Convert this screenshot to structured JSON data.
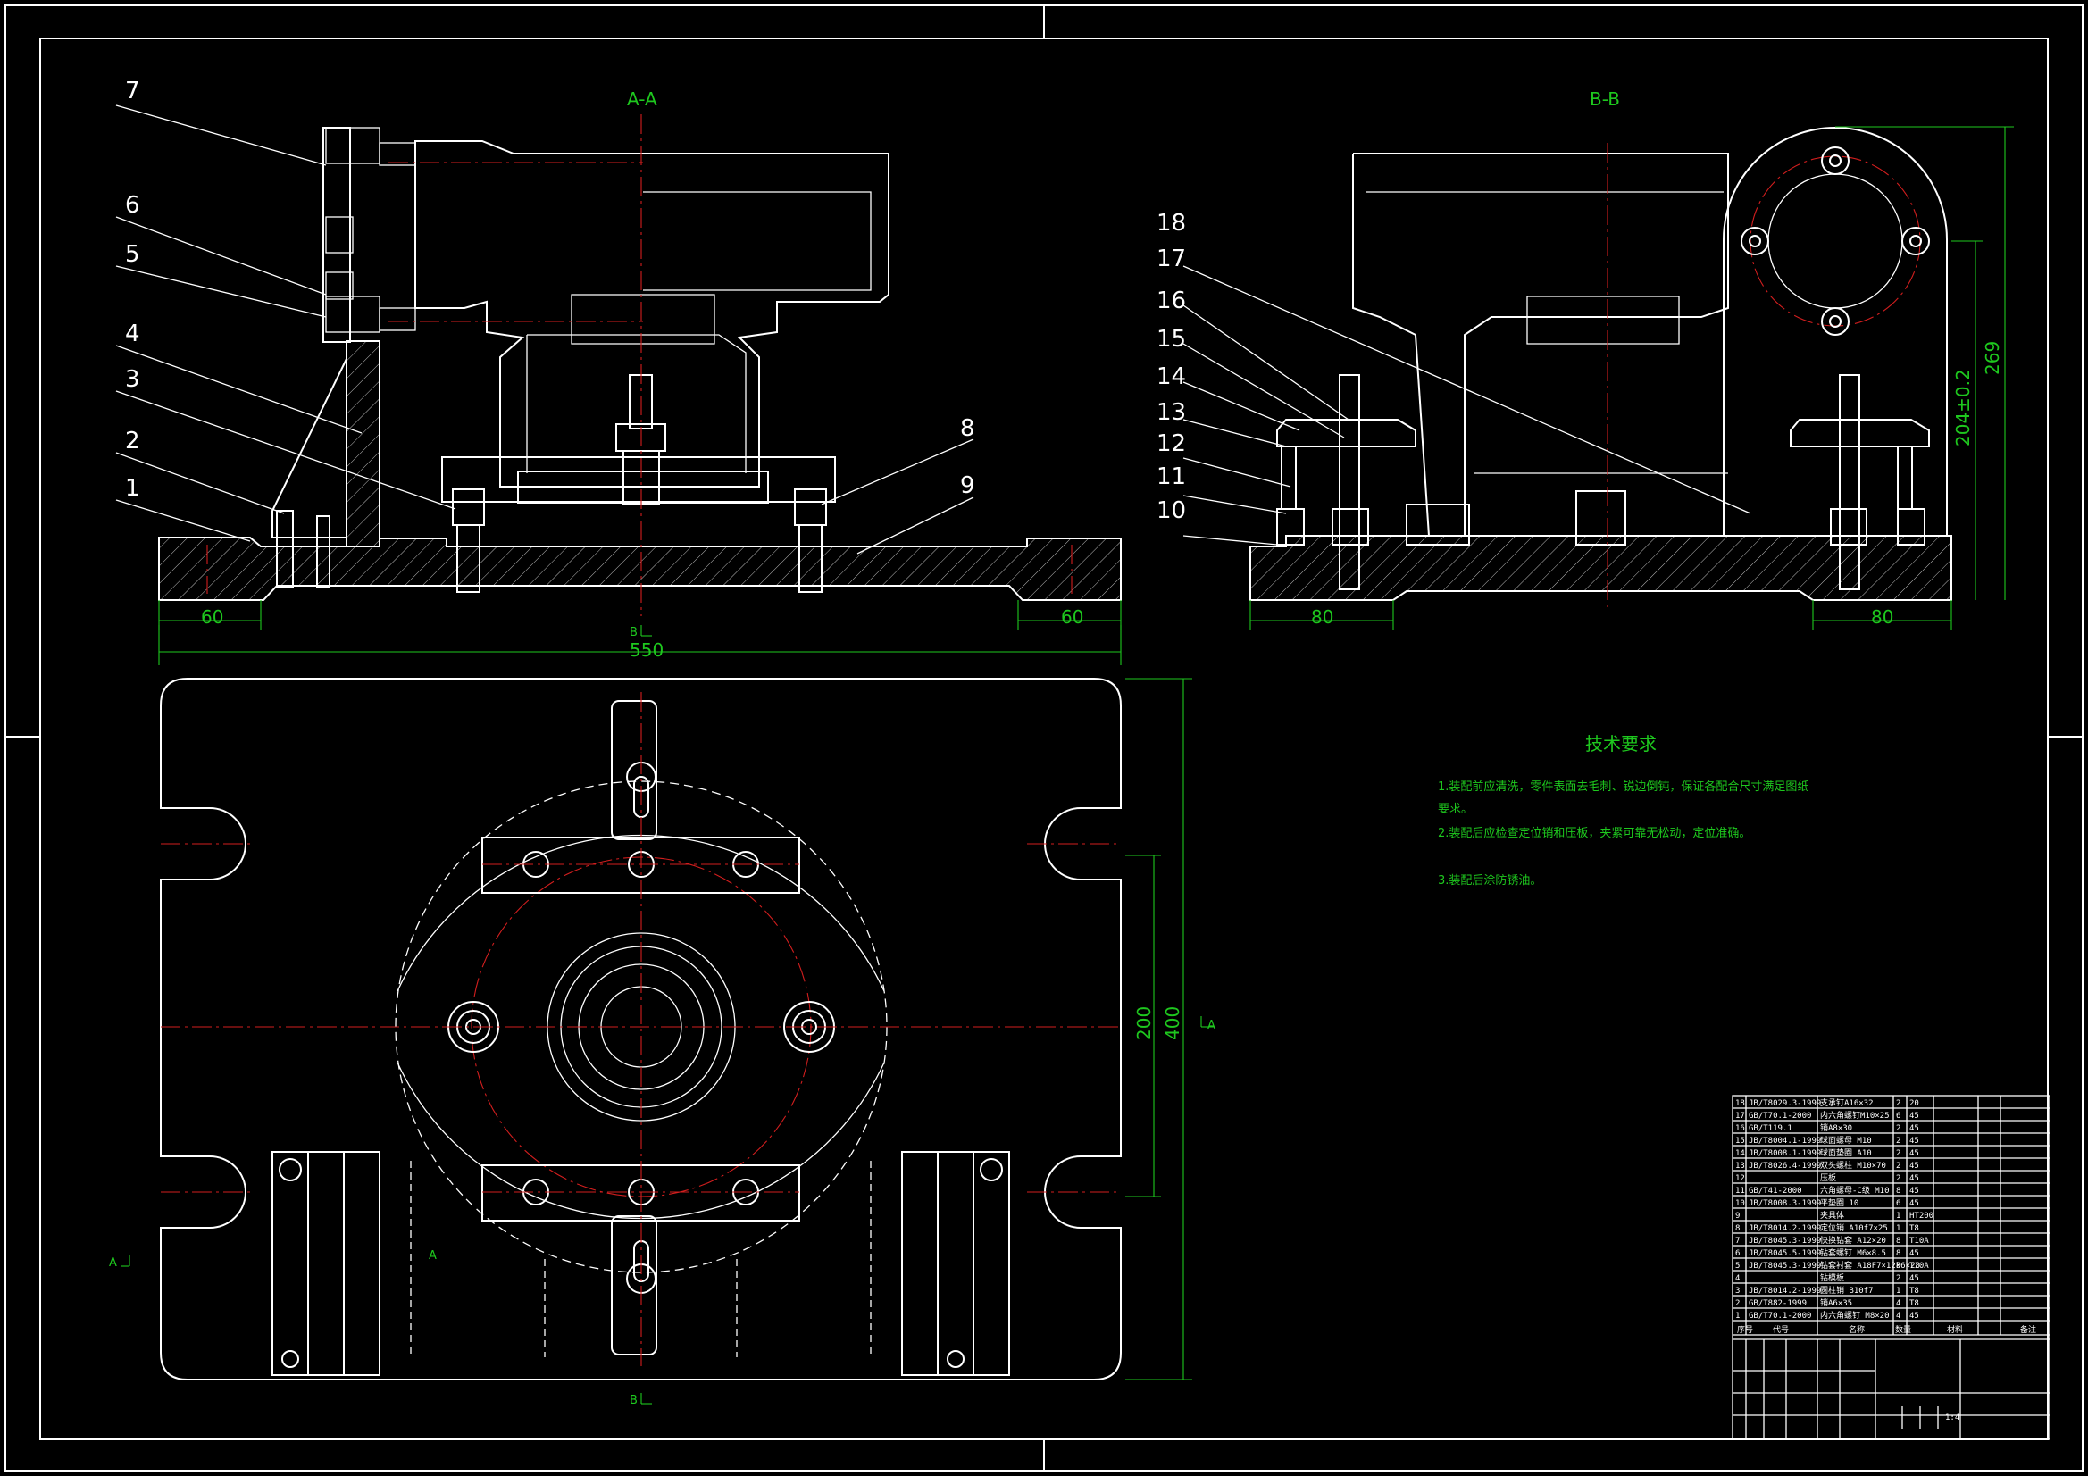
{
  "views": {
    "section_a": "A-A",
    "section_b": "B-B"
  },
  "balloons_left": [
    "7",
    "6",
    "5",
    "4",
    "3",
    "2",
    "1",
    "8",
    "9"
  ],
  "balloons_right": [
    "18",
    "17",
    "16",
    "15",
    "14",
    "13",
    "12",
    "11",
    "10"
  ],
  "dimensions": {
    "a_left": "60",
    "a_right": "60",
    "b_left": "80",
    "b_right": "80",
    "overall_width": "550",
    "height_269": "269",
    "height_204": "204±0.2",
    "plan_200": "200",
    "plan_400": "400"
  },
  "section_marks": {
    "b_top": "B",
    "b_bottom": "B",
    "a_right": "A",
    "a_left": "A",
    "a_left2": "A"
  },
  "tech_req": {
    "title": "技术要求",
    "items": [
      "1.装配前应清洗，零件表面去毛刺、锐边倒钝，保证各配合尺寸满足图纸",
      "要求。",
      "2.装配后应检查定位销和压板，夹紧可靠无松动，定位准确。",
      "3.装配后涂防锈油。"
    ]
  },
  "bom": [
    [
      "18",
      "JB/T8029.3-1999",
      "支承钉A16×32",
      "2",
      "20",
      ""
    ],
    [
      "17",
      "GB/T70.1-2000",
      "内六角螺钉M10×25",
      "6",
      "45",
      ""
    ],
    [
      "16",
      "GB/T119.1",
      "销A8×30",
      "2",
      "45",
      ""
    ],
    [
      "15",
      "JB/T8004.1-1999",
      "球面螺母 M10",
      "2",
      "45",
      ""
    ],
    [
      "14",
      "JB/T8008.1-1999",
      "球面垫圈 A10",
      "2",
      "45",
      ""
    ],
    [
      "13",
      "JB/T8026.4-1999",
      "双头螺柱 M10×70",
      "2",
      "45",
      ""
    ],
    [
      "12",
      "",
      "压板",
      "2",
      "45",
      ""
    ],
    [
      "11",
      "GB/T41-2000",
      "六角螺母-C级 M10",
      "8",
      "45",
      ""
    ],
    [
      "10",
      "JB/T8008.3-1999",
      "平垫圈 10",
      "6",
      "45",
      ""
    ],
    [
      "9",
      "",
      "夹具体",
      "1",
      "HT200",
      ""
    ],
    [
      "8",
      "JB/T8014.2-1999",
      "定位销 A10f7×25",
      "1",
      "T8",
      ""
    ],
    [
      "7",
      "JB/T8045.3-1999",
      "快换钻套 A12×20",
      "8",
      "T10A",
      ""
    ],
    [
      "6",
      "JB/T8045.5-1999",
      "钻套螺钉 M6×8.5",
      "8",
      "45",
      ""
    ],
    [
      "5",
      "JB/T8045.3-1999",
      "钻套衬套 A18F7×12k6×28",
      "8",
      "T10A",
      ""
    ],
    [
      "4",
      "",
      "钻模板",
      "2",
      "45",
      ""
    ],
    [
      "3",
      "JB/T8014.2-1999",
      "圆柱销 B10f7",
      "1",
      "T8",
      ""
    ],
    [
      "2",
      "GB/T882-1999",
      "销A6×35",
      "4",
      "T8",
      ""
    ],
    [
      "1",
      "GB/T70.1-2000",
      "内六角螺钉 M8×20",
      "4",
      "45",
      ""
    ]
  ],
  "bom_header": [
    "序号",
    "代号",
    "名称",
    "数量",
    "材料",
    "备注"
  ],
  "title_block": {
    "sheet": "1:4"
  }
}
